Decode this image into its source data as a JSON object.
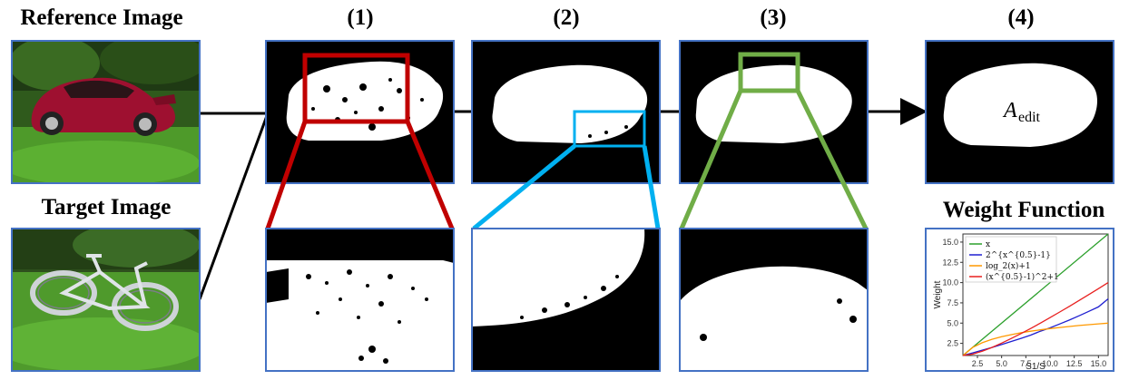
{
  "labels": {
    "reference": "Reference Image",
    "target": "Target Image",
    "step1": "(1)",
    "step2": "(2)",
    "step3": "(3)",
    "step4": "(4)",
    "weight_title": "Weight Function",
    "mask_label_main": "A",
    "mask_label_sub": "edit"
  },
  "colors": {
    "frame": "#4472c4",
    "red": "#c00000",
    "cyan": "#00b0f0",
    "green": "#70ad47"
  },
  "chart_data": {
    "type": "line",
    "xlabel": "S1/S",
    "ylabel": "Weight",
    "xlim": [
      1,
      16
    ],
    "ylim": [
      1,
      16
    ],
    "xticks": [
      "2.5",
      "5.0",
      "7.5",
      "10.0",
      "12.5",
      "15.0"
    ],
    "yticks": [
      "2.5",
      "5.0",
      "7.5",
      "10.0",
      "12.5",
      "15.0"
    ],
    "legend_position": "top-left",
    "series": [
      {
        "name": "x",
        "color": "#2ca02c",
        "x": [
          1,
          16
        ],
        "y": [
          1,
          16
        ]
      },
      {
        "name": "2^{x^{0.5}-1}",
        "color": "#1f1fd0",
        "x": [
          1,
          2,
          3,
          4,
          5,
          6,
          7,
          8,
          9,
          10,
          11,
          12,
          13,
          14,
          15,
          16
        ],
        "y": [
          1.0,
          1.33,
          1.66,
          2.0,
          2.36,
          2.73,
          3.12,
          3.52,
          4.0,
          4.41,
          4.89,
          5.38,
          5.9,
          6.45,
          7.0,
          8.0
        ]
      },
      {
        "name": "log_2(x)+1",
        "color": "#ff9900",
        "x": [
          1,
          2,
          3,
          4,
          5,
          6,
          7,
          8,
          9,
          10,
          11,
          12,
          13,
          14,
          15,
          16
        ],
        "y": [
          1.0,
          2.0,
          2.58,
          3.0,
          3.32,
          3.58,
          3.81,
          4.0,
          4.17,
          4.32,
          4.46,
          4.58,
          4.7,
          4.81,
          4.91,
          5.0
        ]
      },
      {
        "name": "(x^{0.5}-1)^2+1",
        "color": "#e8201f",
        "x": [
          1,
          2,
          3,
          4,
          5,
          6,
          7,
          8,
          9,
          10,
          11,
          12,
          13,
          14,
          15,
          16
        ],
        "y": [
          1.0,
          1.17,
          1.54,
          2.0,
          2.53,
          3.1,
          3.71,
          4.34,
          5.0,
          5.68,
          6.37,
          7.07,
          7.79,
          8.52,
          9.25,
          10.0
        ]
      }
    ]
  }
}
